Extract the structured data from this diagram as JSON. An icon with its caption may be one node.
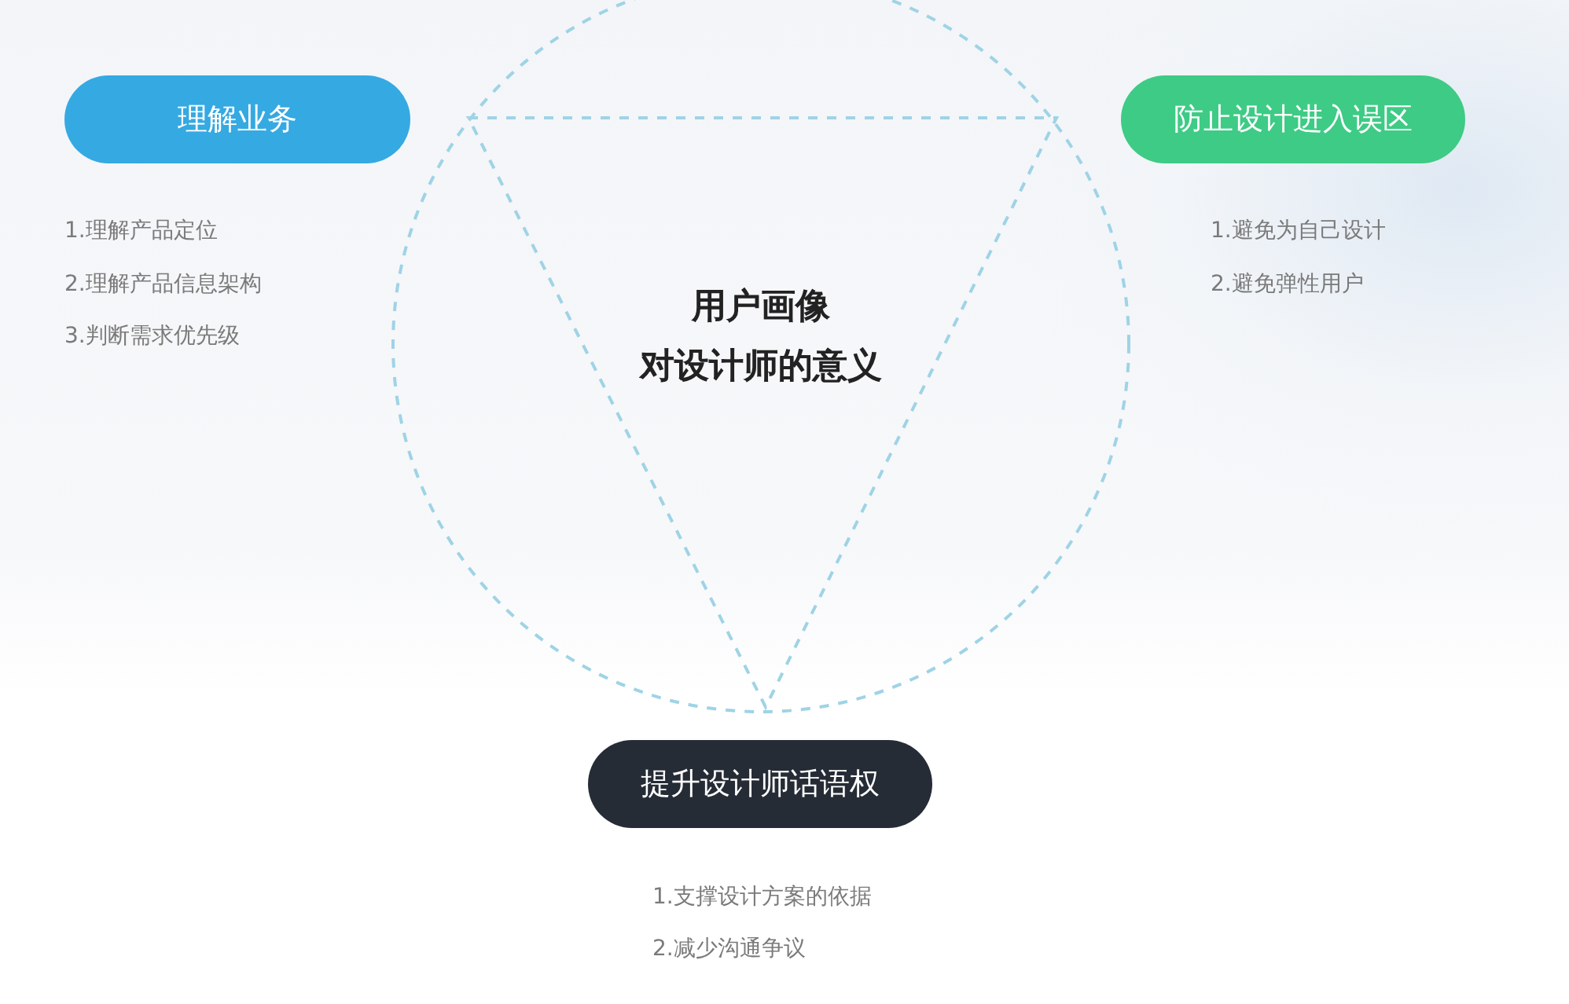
{
  "diagram": {
    "nodes": [
      {
        "text": [
          "理解业务"
        ],
        "beside": [
          "1.理解产品定位",
          "2.理解产品信息架构",
          "3.判断需求优先级"
        ]
      },
      {
        "text": [
          "防止设计进入误区"
        ],
        "beside": [
          "1.避免为自己设计",
          "2.避免弹性用户"
        ]
      },
      {
        "text": [
          "提升设计师话语权"
        ],
        "beside": [
          "1.支撑设计方案的依据",
          "2.减少沟通争议"
        ]
      }
    ],
    "labels": [
      "用户画像",
      "对设计师的意义"
    ]
  }
}
